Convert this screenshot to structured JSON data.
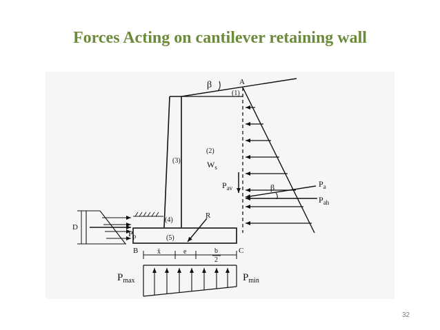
{
  "slide": {
    "title": "Forces Acting on cantilever retaining wall",
    "page_number": "32"
  },
  "diagram": {
    "labels": {
      "beta_top": "β",
      "point_a": "A",
      "zone_1": "(1)",
      "zone_2": "(2)",
      "zone_3": "(3)",
      "zone_4": "(4)",
      "zone_5": "(5)",
      "ws_main": "W",
      "ws_sub": "s",
      "pav_main": "P",
      "pav_sub": "av",
      "beta_mid": "β",
      "pa_main": "P",
      "pa_sub": "a",
      "pah_main": "P",
      "pah_sub": "ah",
      "r": "R",
      "depth_d": "D",
      "pp_main": "P",
      "pp_sub": "p",
      "point_b": "B",
      "point_c": "C",
      "x_bar": "x̄",
      "e": "e",
      "b_num": "b",
      "b_den": "2",
      "pmax_main": "P",
      "pmax_sub": "max",
      "pmin_main": "P",
      "pmin_sub": "min"
    }
  }
}
